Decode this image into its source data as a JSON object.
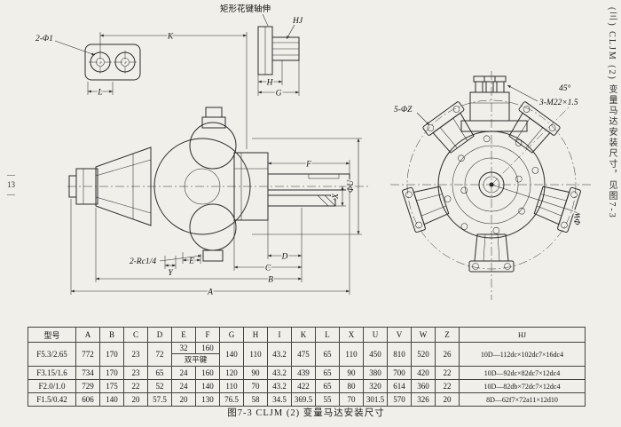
{
  "sidebar": {
    "text": "(三) CLJM (2) 变量马达安装尺寸，见图7-3"
  },
  "page_number": [
    "—",
    "13",
    "—"
  ],
  "caption": "图7-3 CLJM (2) 变量马达安装尺寸",
  "drawing": {
    "labels": {
      "two_phi1": "2-Φ1",
      "k": "K",
      "l": "L",
      "spline": "矩形花键轴伸",
      "hj": "HJ",
      "h": "H",
      "g": "G",
      "f": "F",
      "x": "X",
      "y": "Y",
      "e": "E",
      "a": "A",
      "b": "B",
      "c": "C",
      "d": "D",
      "phi_u": "ΦU",
      "rc": "2-Rc1/4",
      "five_phi_z": "5-ΦZ",
      "m22": "3-M22×1.5",
      "phi_w": "ΦW",
      "deg45": "45°"
    }
  },
  "table": {
    "headers": [
      "型号",
      "A",
      "B",
      "C",
      "D",
      "E",
      "F",
      "G",
      "H",
      "I",
      "K",
      "L",
      "X",
      "U",
      "V",
      "W",
      "Z",
      "HJ"
    ],
    "row1": {
      "model": "F5.3/2.65",
      "a": "772",
      "b": "170",
      "c": "23",
      "d": "72",
      "e": "32",
      "f": "160",
      "ef_note": "双平键",
      "g": "140",
      "h": "110",
      "i": "43.2",
      "k": "475",
      "l": "65",
      "x": "110",
      "u": "450",
      "v": "810",
      "w": "520",
      "z": "26",
      "hj": "10D—112dc×102dc7×16dc4"
    },
    "rows": [
      {
        "cells": [
          "F3.15/1.6",
          "734",
          "170",
          "23",
          "65",
          "24",
          "160",
          "120",
          "90",
          "43.2",
          "439",
          "65",
          "90",
          "380",
          "700",
          "420",
          "22",
          "10D—92dc×82dc7×12dc4"
        ]
      },
      {
        "cells": [
          "F2.0/1.0",
          "729",
          "175",
          "22",
          "52",
          "24",
          "140",
          "110",
          "70",
          "43.2",
          "422",
          "65",
          "80",
          "320",
          "614",
          "360",
          "22",
          "10D—82db×72dc7×12dc4"
        ]
      },
      {
        "cells": [
          "F1.5/0.42",
          "606",
          "140",
          "20",
          "57.5",
          "20",
          "130",
          "76.5",
          "58",
          "34.5",
          "369.5",
          "55",
          "70",
          "301.5",
          "570",
          "326",
          "20",
          "8D—62f7×72a11×12d10"
        ]
      }
    ]
  }
}
